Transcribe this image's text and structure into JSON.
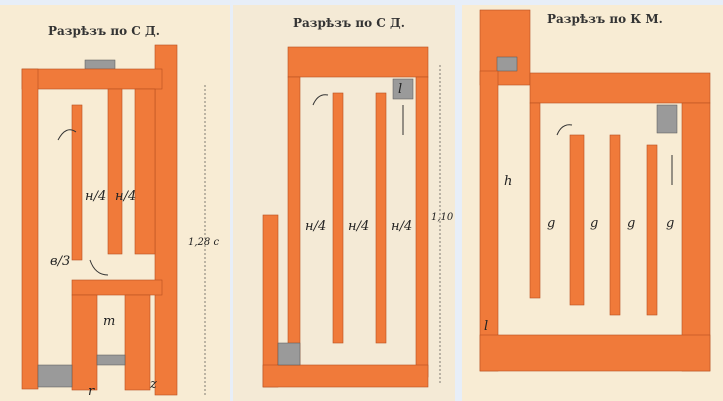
{
  "panels": [
    {
      "title": "Разрѣзъ по С Д.",
      "labels": [
        "н/4",
        "н/4",
        "в/3",
        "m",
        "r",
        "z"
      ],
      "dimension": "1,28 с"
    },
    {
      "title": "Разрѣзъ по С Д.",
      "labels": [
        "н/4",
        "н/4",
        "н/4",
        "l"
      ],
      "dimension": "1,10 с"
    },
    {
      "title": "Разрѣзъ по К М.",
      "labels": [
        "h",
        "g",
        "g",
        "g",
        "g",
        "l"
      ]
    }
  ],
  "colors": {
    "brick": "#f07a3a",
    "paper": "#f8ecd4",
    "frame": "#e7eef8"
  }
}
